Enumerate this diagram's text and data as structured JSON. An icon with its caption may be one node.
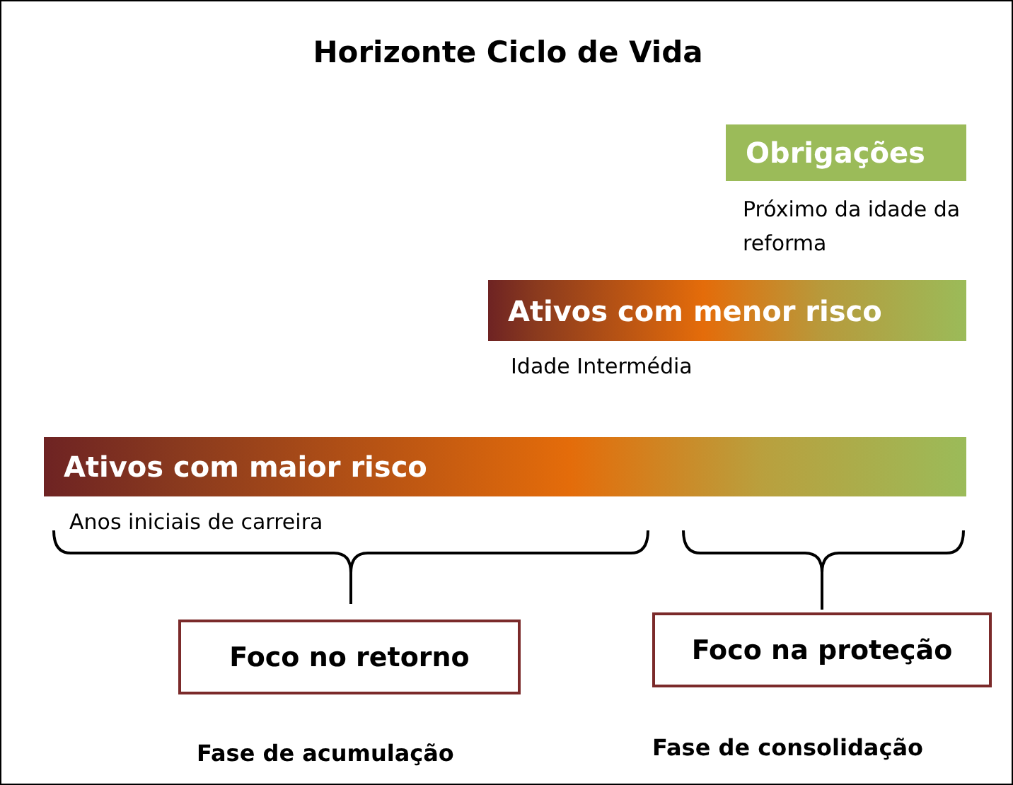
{
  "diagram": {
    "title": "Horizonte Ciclo de Vida",
    "nodes": [
      {
        "text": [
          "Obrigações"
        ],
        "beside": [
          "Próximo da idade da reforma"
        ]
      },
      {
        "text": [
          "Ativos com menor risco"
        ],
        "beside": [
          "Idade Intermédia"
        ]
      },
      {
        "text": [
          "Ativos com maior risco"
        ],
        "beside": [
          "Anos iniciais de carreira"
        ]
      },
      {
        "text": [
          "Foco no retorno"
        ]
      },
      {
        "text": [
          "Foco na proteção"
        ]
      }
    ],
    "labels": [
      "Fase de acumulação",
      "Fase de consolidação"
    ]
  }
}
